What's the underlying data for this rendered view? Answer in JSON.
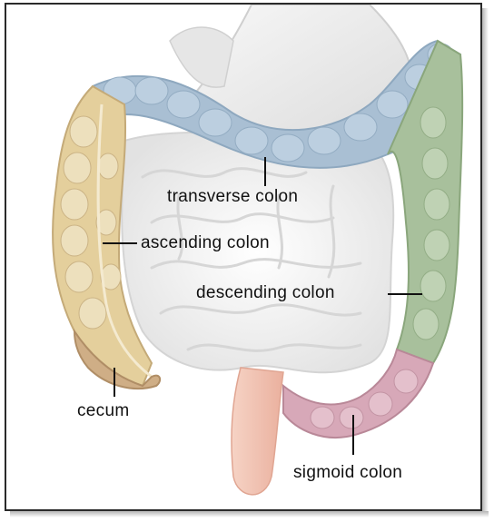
{
  "labels": {
    "transverse": "transverse colon",
    "ascending": "ascending colon",
    "descending": "descending colon",
    "cecum": "cecum",
    "sigmoid": "sigmoid colon"
  },
  "colors": {
    "transverse": "#a9bfd3",
    "ascending": "#e4cf9c",
    "descending": "#a8c09c",
    "sigmoid": "#d7a8b8",
    "cecum": "#cfae86",
    "small_intestine": "#f2f2f2",
    "stomach": "#eeeeee",
    "rectum": "#f2c2b0"
  }
}
